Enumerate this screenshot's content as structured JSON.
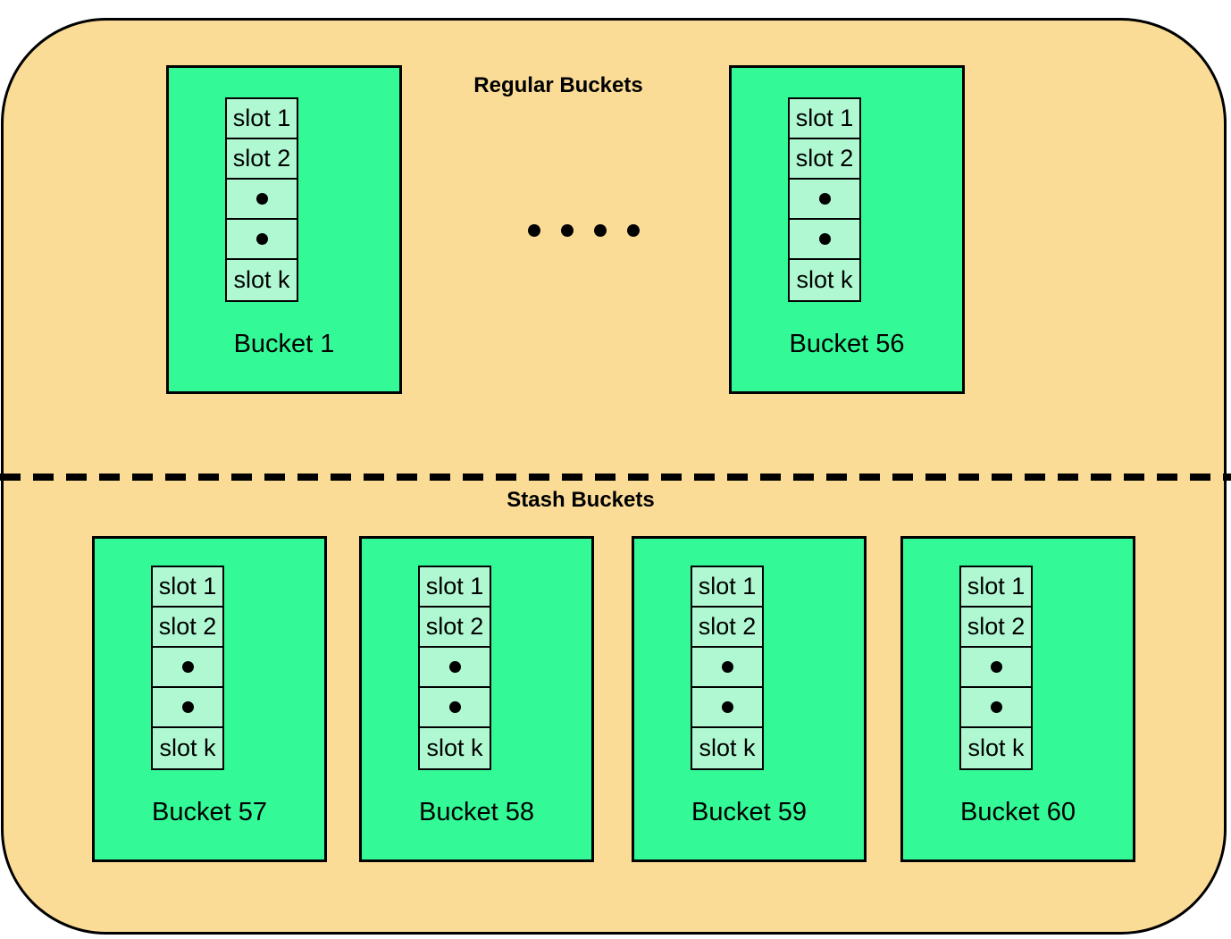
{
  "diagram": {
    "sections": {
      "regular": {
        "title": "Regular Buckets"
      },
      "stash": {
        "title": "Stash Buckets"
      }
    },
    "slot_rows": [
      {
        "kind": "label",
        "text": "slot 1"
      },
      {
        "kind": "label",
        "text": "slot 2"
      },
      {
        "kind": "dot"
      },
      {
        "kind": "dot"
      },
      {
        "kind": "label",
        "text": "slot k"
      }
    ],
    "regular_buckets": [
      {
        "label": "Bucket 1"
      },
      {
        "label": "Bucket 56"
      }
    ],
    "stash_buckets": [
      {
        "label": "Bucket 57"
      },
      {
        "label": "Bucket 58"
      },
      {
        "label": "Bucket 59"
      },
      {
        "label": "Bucket 60"
      }
    ],
    "ellipsis_dot_count": 4,
    "colors": {
      "canvas_fill": "#FADC96",
      "bucket_fill": "#33FA97",
      "slot_cell_fill": "#AFF8D2",
      "outline": "#000000"
    }
  }
}
